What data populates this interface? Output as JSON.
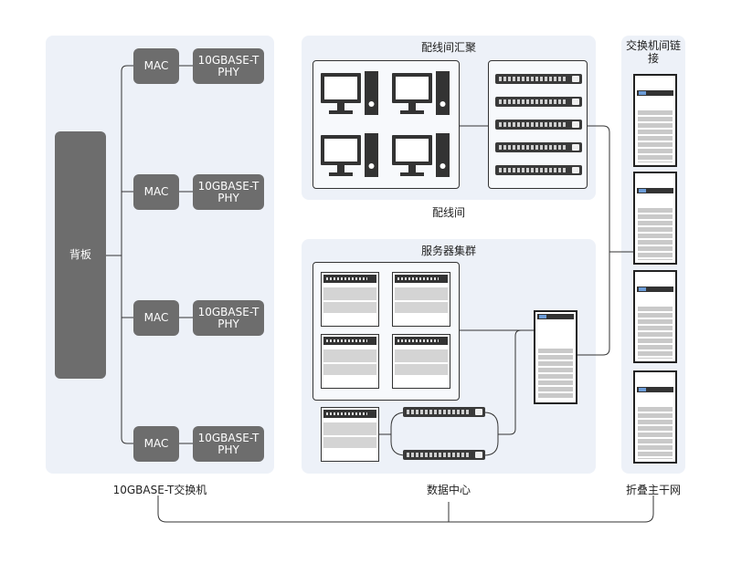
{
  "switch_section": {
    "caption": "10GBASE-T交换机",
    "backplane": "背板",
    "rows": [
      {
        "mac": "MAC",
        "phy": "10GBASE-T PHY"
      },
      {
        "mac": "MAC",
        "phy": "10GBASE-T PHY"
      },
      {
        "mac": "MAC",
        "phy": "10GBASE-T PHY"
      },
      {
        "mac": "MAC",
        "phy": "10GBASE-T PHY"
      }
    ]
  },
  "wiring_closet": {
    "title": "配线间汇聚",
    "caption": "配线间"
  },
  "data_center": {
    "title": "服务器集群",
    "caption": "数据中心"
  },
  "backbone": {
    "title": "交换机间链接",
    "caption": "折叠主干网"
  }
}
